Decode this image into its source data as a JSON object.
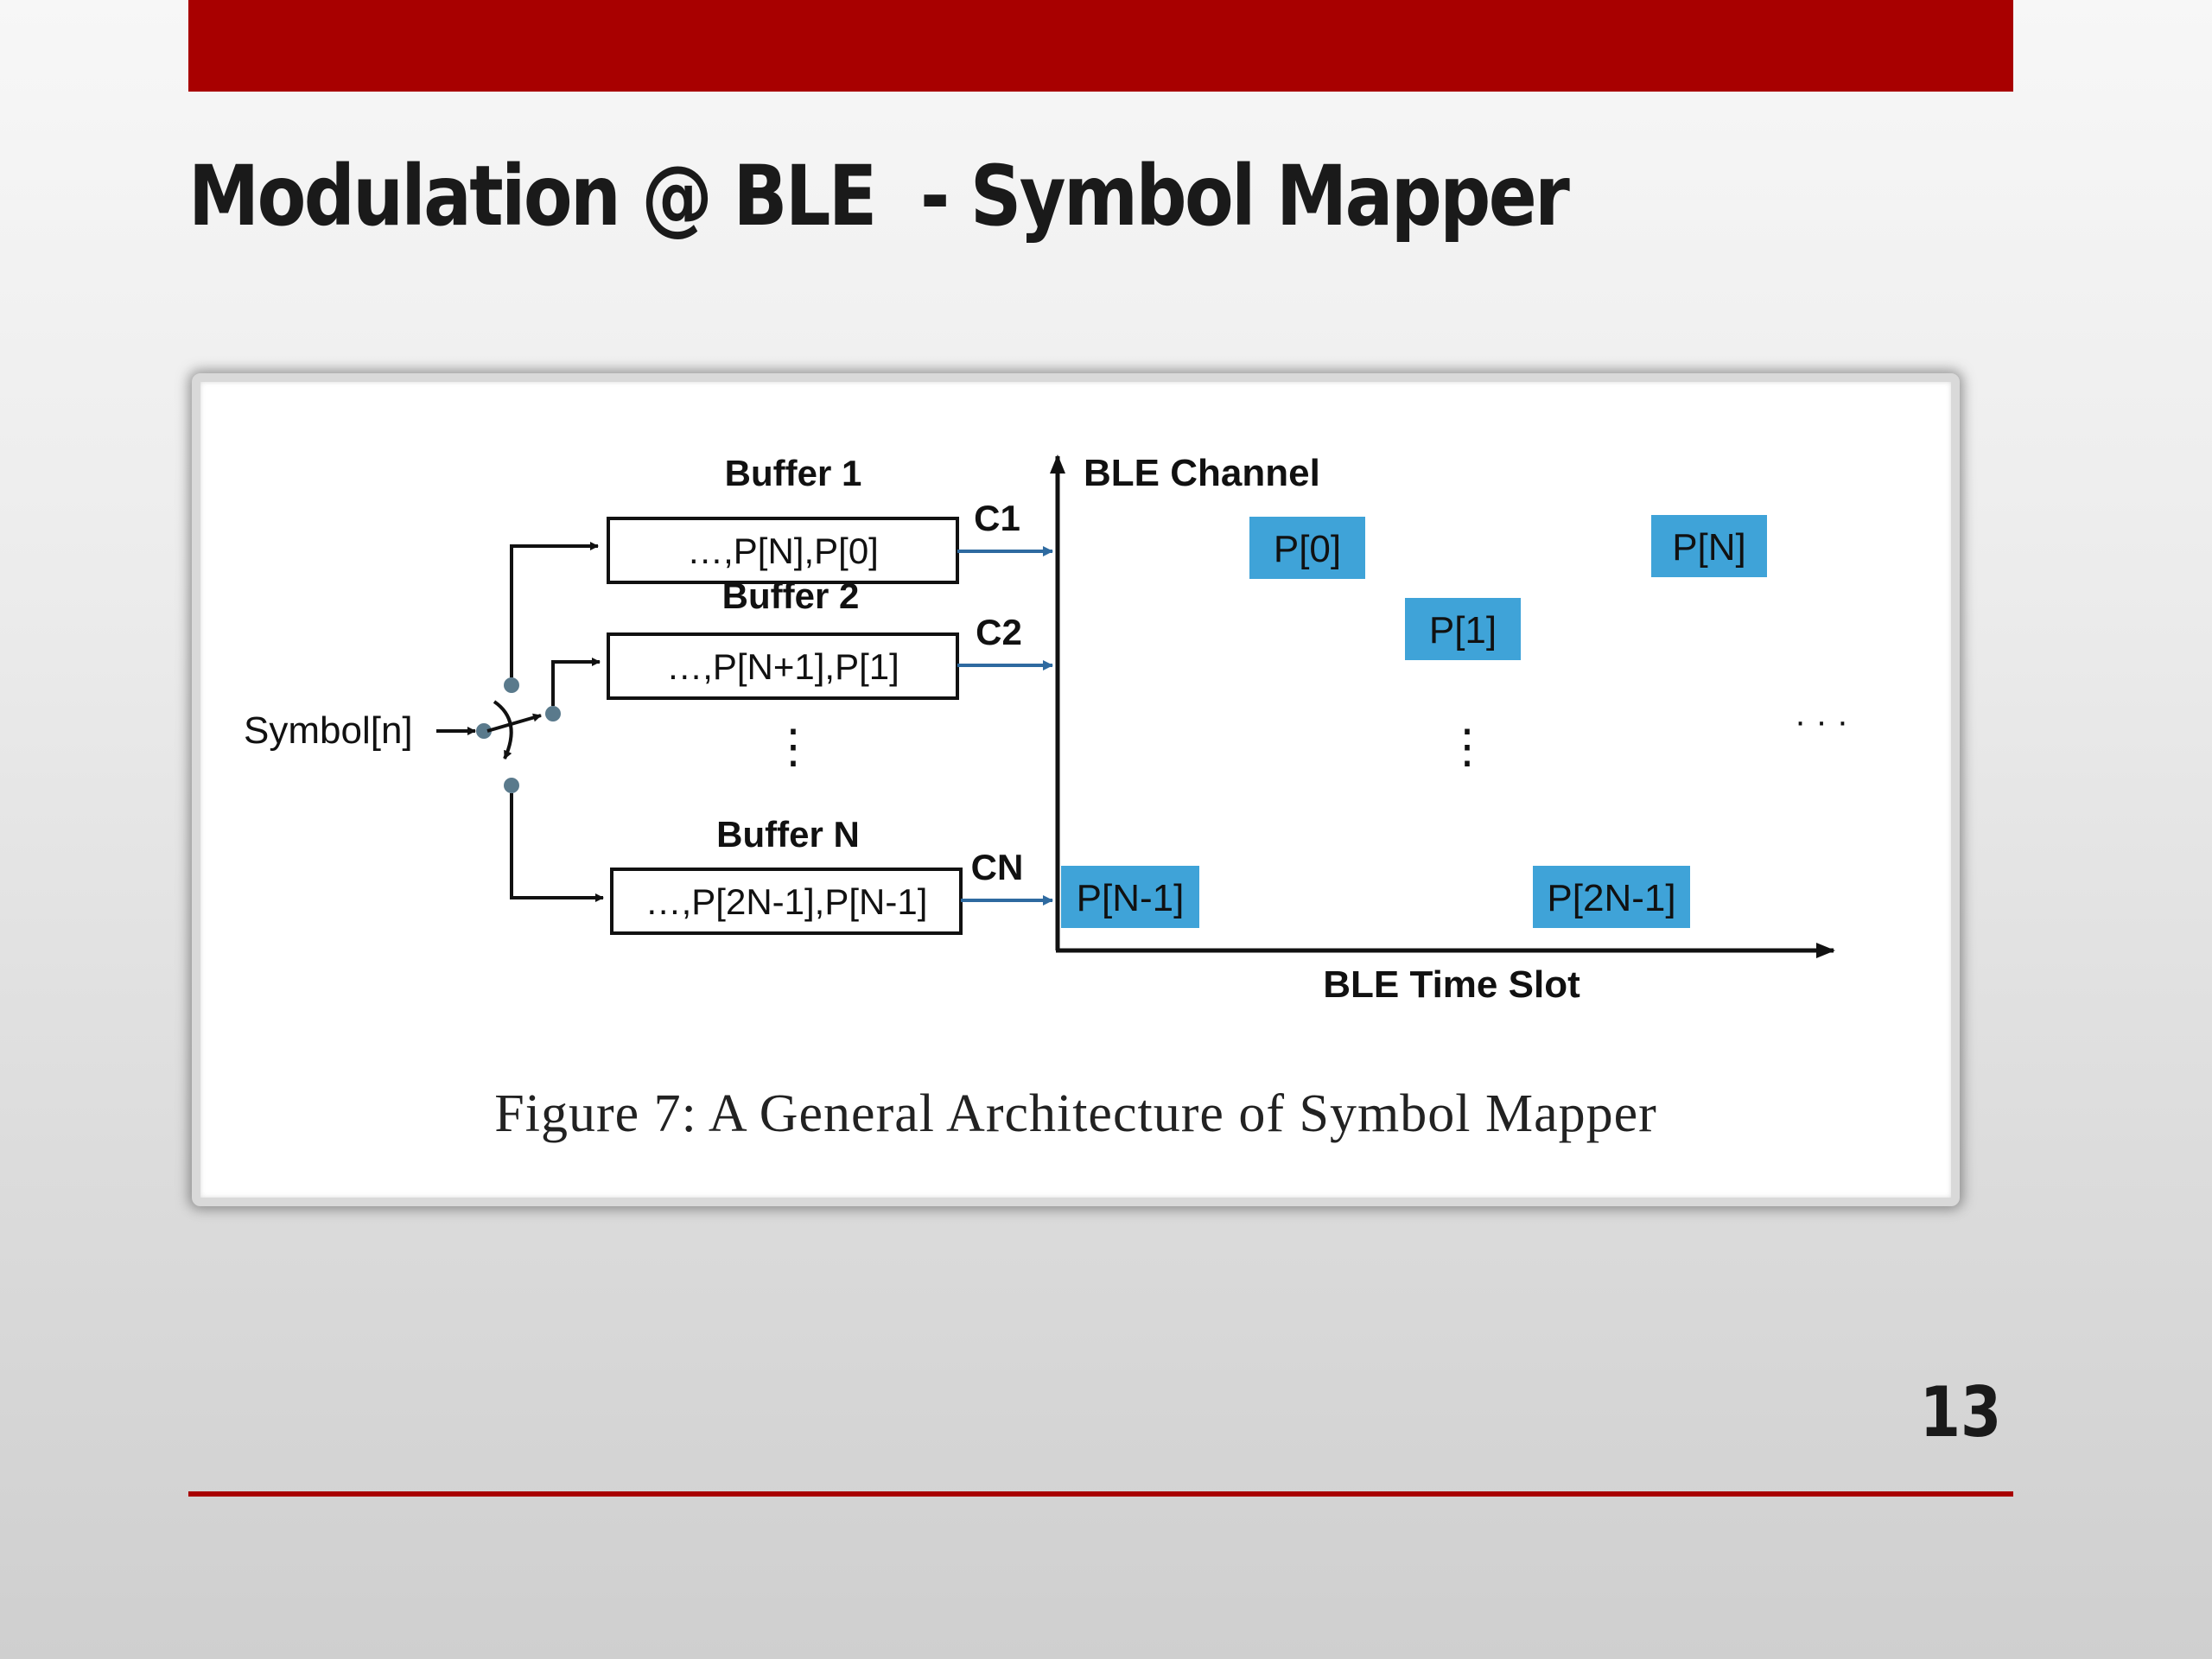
{
  "slide": {
    "title": "Modulation @ BLE  - Symbol Mapper",
    "page_number": "13",
    "accent_color": "#a80000"
  },
  "figure": {
    "caption": "Figure 7: A General Architecture of Symbol Mapper",
    "input_label": "Symbol[n]",
    "buffers": [
      {
        "label": "Buffer 1",
        "content": "…,P[N],P[0]",
        "channel": "C1"
      },
      {
        "label": "Buffer 2",
        "content": "…,P[N+1],P[1]",
        "channel": "C2"
      },
      {
        "label": "Buffer N",
        "content": "…,P[2N-1],P[N-1]",
        "channel": "CN"
      }
    ],
    "buffer_ellipsis": "⋮",
    "y_axis_label": "BLE Channel",
    "x_axis_label": "BLE Time Slot",
    "packets": [
      "P[0]",
      "P[N]",
      "P[1]",
      "P[N-1]",
      "P[2N-1]"
    ],
    "plot_vertical_ellipsis": "⋮",
    "plot_horizontal_ellipsis": "· · ·",
    "packet_color": "#3fa3d8",
    "arrow_color": "#2e6aa0",
    "dot_color": "#5a7a8c"
  }
}
